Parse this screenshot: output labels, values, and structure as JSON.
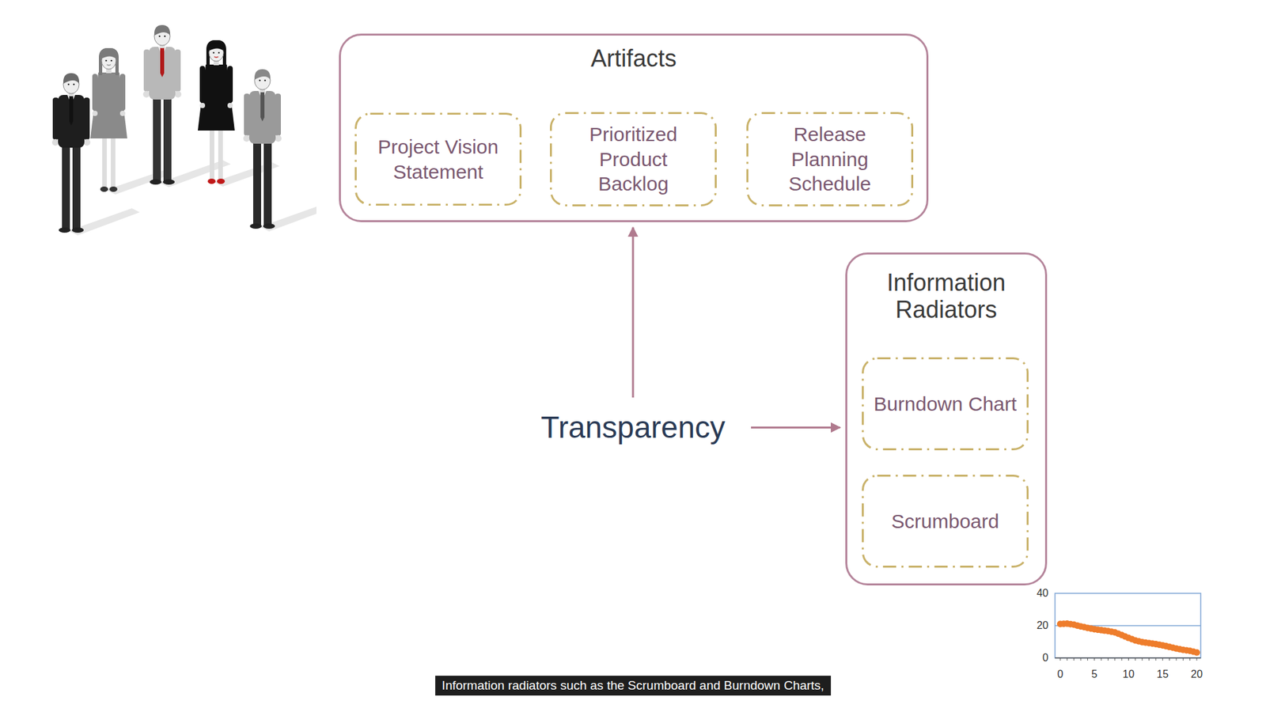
{
  "diagram": {
    "caption": "Information radiators such as the Scrumboard and Burndown Charts,",
    "nodes": [
      {
        "text": [
          "Artifacts"
        ]
      },
      {
        "text": [
          "Project Vision Statement"
        ],
        "in": 0
      },
      {
        "text": [
          "Prioritized Product Backlog"
        ],
        "in": 0
      },
      {
        "text": [
          "Release Planning Schedule"
        ],
        "in": 0
      },
      {
        "text": [
          "Transparency"
        ]
      },
      {
        "text": [
          "Information Radiators"
        ]
      },
      {
        "text": [
          "Burndown Chart"
        ],
        "in": 5
      },
      {
        "text": [
          "Scrumboard"
        ],
        "in": 5
      }
    ],
    "edges": [
      {
        "from": 4,
        "to": 0,
        "arrow": "to"
      },
      {
        "from": 4,
        "to": 5,
        "arrow": "to"
      }
    ],
    "labels": [
      "40",
      "20",
      "0",
      "0",
      "5",
      "10",
      "15",
      "20"
    ]
  }
}
